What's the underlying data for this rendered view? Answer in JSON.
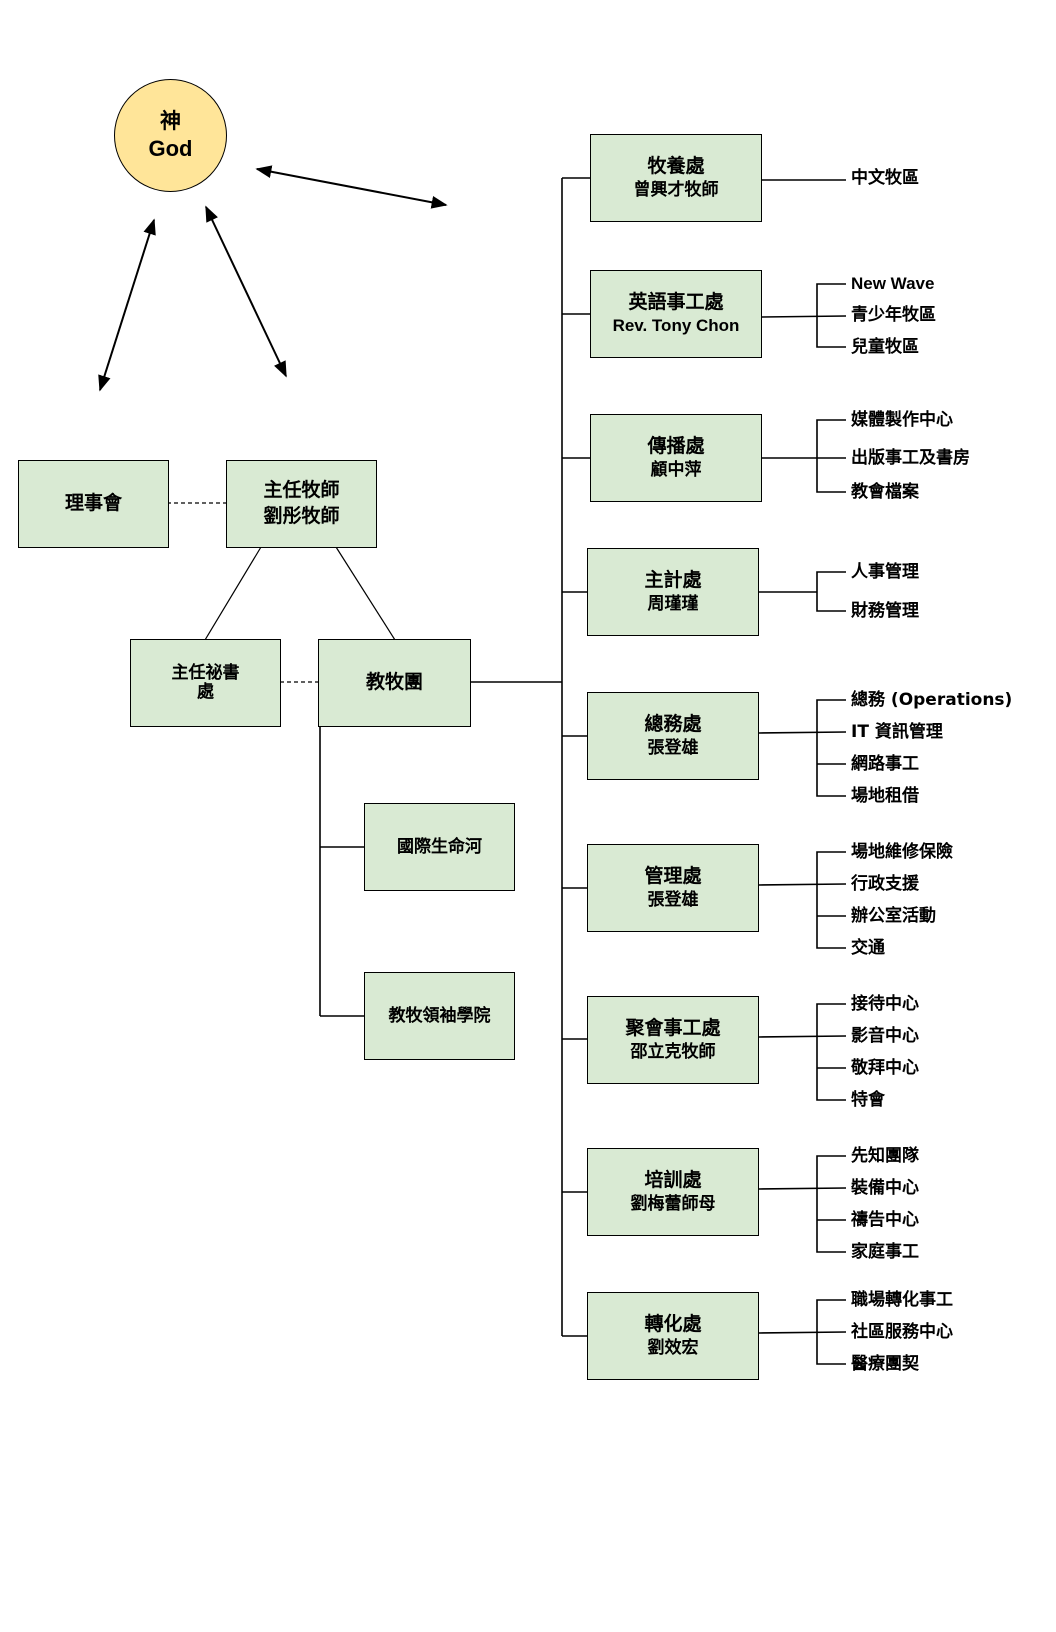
{
  "god": {
    "line1": "神",
    "line2": "God"
  },
  "top": {
    "board": {
      "line1": "理事會"
    },
    "senior_pastor": {
      "line1": "主任牧師",
      "line2": "劉彤牧師"
    },
    "secretary": {
      "line1": "主任祕書",
      "line2": "處"
    },
    "pastoral_team": {
      "line1": "教牧團"
    },
    "river_of_life": {
      "line1": "國際生命河"
    },
    "leadership_academy": {
      "line1": "教牧領袖學院"
    }
  },
  "departments": [
    {
      "name": "牧養處",
      "head": "曾興才牧師",
      "subs": [
        "中文牧區"
      ]
    },
    {
      "name": "英語事工處",
      "head": "Rev. Tony Chon",
      "subs": [
        "New Wave",
        "青少年牧區",
        "兒童牧區"
      ]
    },
    {
      "name": "傳播處",
      "head": "顧中萍",
      "subs": [
        "媒體製作中心",
        "出版事工及書房",
        "教會檔案"
      ]
    },
    {
      "name": "主計處",
      "head": "周瑾瑾",
      "subs": [
        "人事管理",
        "財務管理"
      ]
    },
    {
      "name": "總務處",
      "head": "張登雄",
      "subs": [
        "總務 (Operations)",
        "IT 資訊管理",
        "網路事工",
        "場地租借"
      ]
    },
    {
      "name": "管理處",
      "head": "張登雄",
      "subs": [
        "場地維修保險",
        "行政支援",
        "辦公室活動",
        "交通"
      ]
    },
    {
      "name": "聚會事工處",
      "head": "邵立克牧師",
      "subs": [
        "接待中心",
        "影音中心",
        "敬拜中心",
        "特會"
      ]
    },
    {
      "name": "培訓處",
      "head": "劉梅蕾師母",
      "subs": [
        "先知團隊",
        "裝備中心",
        "禱告中心",
        "家庭事工"
      ]
    },
    {
      "name": "轉化處",
      "head": "劉效宏",
      "subs": [
        "職場轉化事工",
        "社區服務中心",
        "醫療團契"
      ]
    }
  ],
  "colors": {
    "box_fill": "#d9ead3",
    "god_fill": "#ffe599",
    "line": "#000000"
  }
}
